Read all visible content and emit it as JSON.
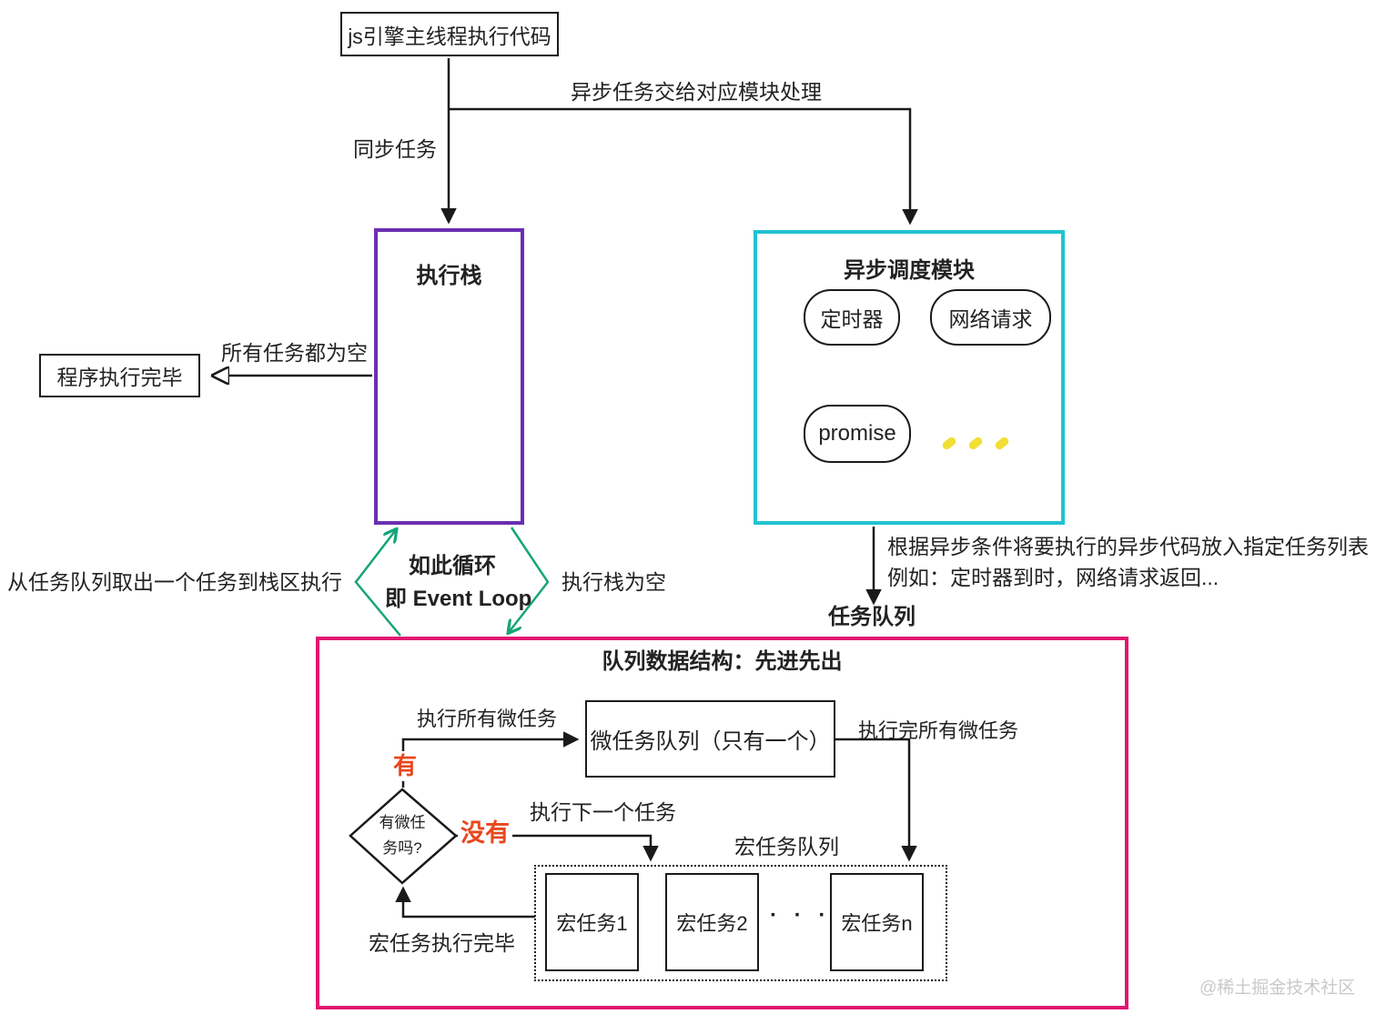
{
  "colors": {
    "purple": "#6B2FB3",
    "cyan": "#1FC3D2",
    "magenta": "#E0186F",
    "green": "#17A478",
    "orange": "#E8481C",
    "yellow": "#F0DF35",
    "line": "#1A1A1A",
    "watermark": "#C9C9C9"
  },
  "nodes": {
    "main_thread": {
      "label": "js引擎主线程执行代码"
    },
    "stack": {
      "label": "执行栈"
    },
    "done": {
      "label": "程序执行完毕"
    },
    "async_module": {
      "title": "异步调度模块",
      "pills": [
        "定时器",
        "网络请求",
        "promise"
      ]
    },
    "queue": {
      "title": "队列数据结构：先进先出",
      "micro_box": "微任务队列（只有一个）",
      "macro_container_label": "宏任务队列",
      "macro_items": [
        "宏任务1",
        "宏任务2",
        "宏任务n"
      ],
      "macro_dots": "· · ·",
      "diamond_line1": "有微任",
      "diamond_line2": "务吗?"
    }
  },
  "edges": {
    "sync": "同步任务",
    "async_branch": "异步任务交给对应模块处理",
    "all_tasks_empty": "所有任务都为空",
    "take_task": "从任务队列取出一个任务到栈区执行",
    "loop_line1": "如此循环",
    "loop_line2": "即 Event Loop",
    "stack_empty": "执行栈为空",
    "note_line1": "根据异步条件将要执行的异步代码放入指定任务列表",
    "note_line2": "例如：定时器到时，网络请求返回...",
    "task_queue": "任务队列",
    "run_all_micro": "执行所有微任务",
    "yes": "有",
    "micro_done": "执行完所有微任务",
    "no": "没有",
    "next_task": "执行下一个任务",
    "macro_done": "宏任务执行完毕"
  },
  "watermark": "@稀土掘金技术社区"
}
